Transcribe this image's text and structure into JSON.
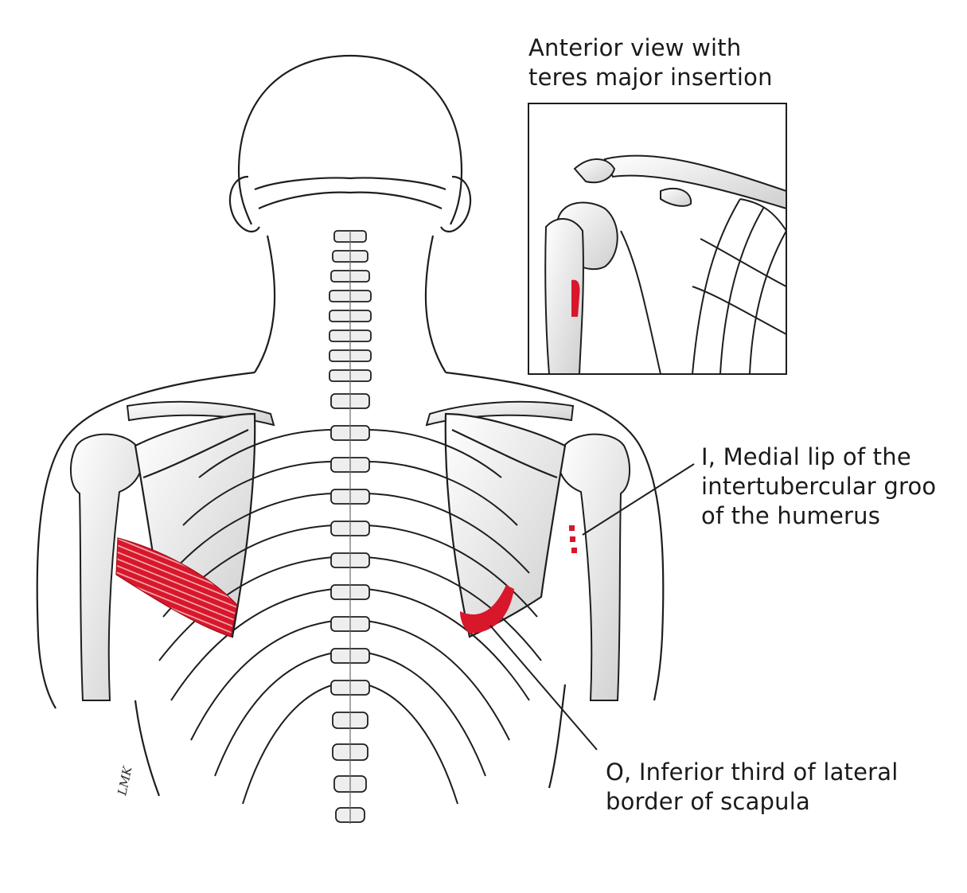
{
  "inset": {
    "caption_line1": "Anterior view with",
    "caption_line2": "teres major insertion"
  },
  "labels": {
    "insertion_line1": "I, Medial lip of the",
    "insertion_line2": "intertubercular groo",
    "insertion_line3": "of the humerus",
    "origin_line1": "O, Inferior third of lateral",
    "origin_line2": "border of scapula"
  },
  "signature": "LMK",
  "colors": {
    "line_art": "#1e1e1e",
    "bone_fill": "#f4f4f4",
    "bone_shade": "#cfcfcf",
    "muscle": "#d8172a",
    "background": "#ffffff"
  }
}
